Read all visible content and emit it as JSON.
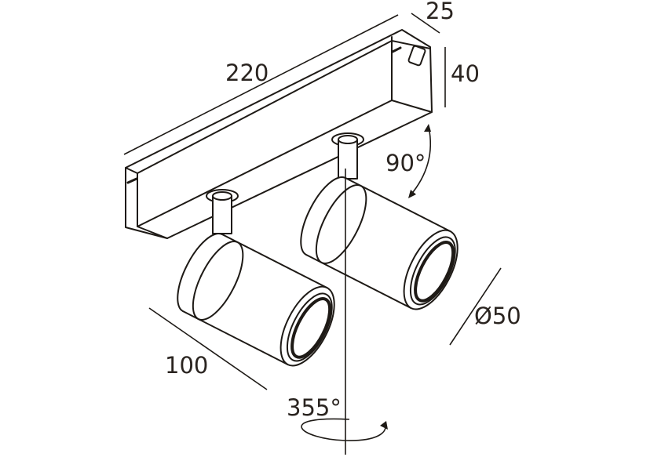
{
  "drawing": {
    "title": "Track spotlight double - dimension drawing",
    "line_color": "#1e1a16",
    "dimensions": {
      "length": "220",
      "width": "25",
      "height": "40",
      "tilt_angle": "90°",
      "diameter": "Ø50",
      "spot_length": "100",
      "rotation_angle": "355°"
    }
  }
}
